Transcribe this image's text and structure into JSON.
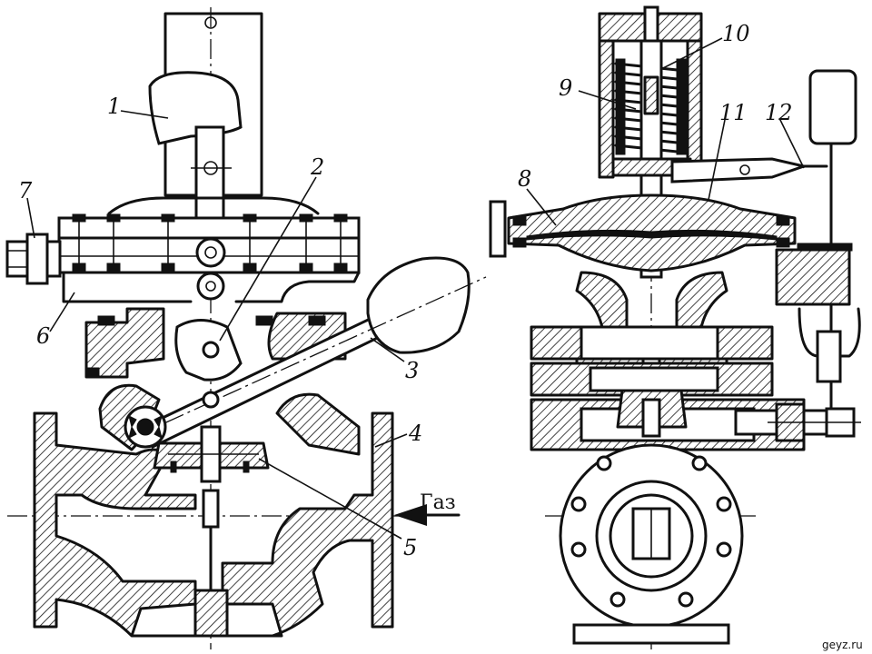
{
  "callouts": [
    {
      "id": "1",
      "label": "1"
    },
    {
      "id": "2",
      "label": "2"
    },
    {
      "id": "3",
      "label": "3"
    },
    {
      "id": "4",
      "label": "4"
    },
    {
      "id": "5",
      "label": "5"
    },
    {
      "id": "6",
      "label": "6"
    },
    {
      "id": "7",
      "label": "7"
    },
    {
      "id": "8",
      "label": "8"
    },
    {
      "id": "9",
      "label": "9"
    },
    {
      "id": "10",
      "label": "10"
    },
    {
      "id": "11",
      "label": "11"
    },
    {
      "id": "12",
      "label": "12"
    }
  ],
  "flow_label": "Газ",
  "watermark": "geyz.ru"
}
